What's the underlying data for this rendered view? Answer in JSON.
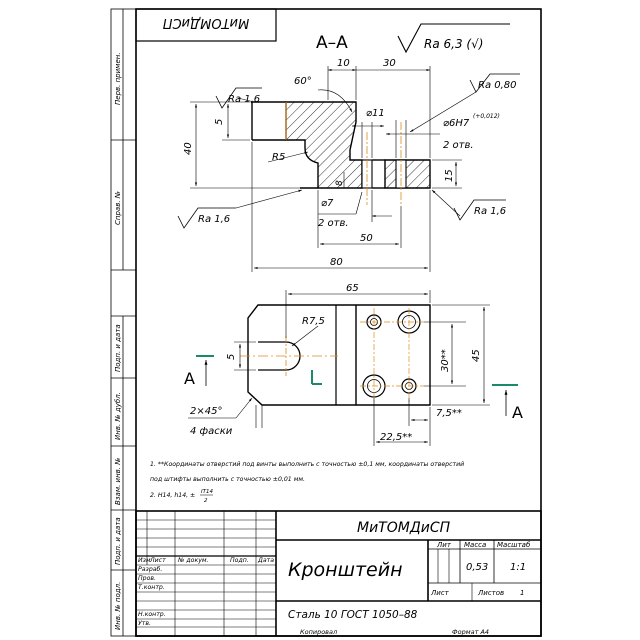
{
  "sheet": {
    "top_stamp": "МиТОМДиСП",
    "section_label": "А–А",
    "roughness_general": "Ra 6,3 (√)",
    "side_labels": [
      "Перв. примен.",
      "Справ. №",
      "Подп. и дата",
      "Инв. № дубл.",
      "Взам. инв. №",
      "Подп. и дата",
      "Инв. № подл."
    ]
  },
  "dims": {
    "d10": "10",
    "d30": "30",
    "ra080": "Ra 0,80",
    "angle60": "60°",
    "ra16_top": "Ra 1,6",
    "d5_top": "5",
    "d40": "40",
    "r5": "R5",
    "d11": "⌀11",
    "d6h7": "⌀6H7",
    "tol": "(+0,012)",
    "holes2_a": "2 отв.",
    "d8": "8",
    "d15": "15",
    "ra16_right": "Ra 1,6",
    "ra16_left": "Ra 1,6",
    "d7": "⌀7",
    "holes2_b": "2 отв.",
    "d50": "50",
    "d80": "80",
    "d65": "65",
    "r75": "R7,5",
    "d5_mid": "5",
    "d30tol": "30**",
    "d45": "45",
    "arrowA_left": "А",
    "arrowA_right": "А",
    "chamfer": "2×45°",
    "chamfers4": "4 фаски",
    "d75tol": "7,5**",
    "d225tol": "22,5**"
  },
  "notes": [
    "1. **Координаты отверстий под винты выполнить с точностью ±0,1 мм, координаты отверстий",
    "под штифты выполнить с точностью ±0,01 мм.",
    "2. Н14, h14, ±",
    "IT14",
    "2"
  ],
  "title_block": {
    "org_code": "МиТОМДиСП",
    "part_name": "Кронштейн",
    "material": "Сталь 10  ГОСТ 1050–88",
    "col_lit": "Лит",
    "col_mass": "Масса",
    "col_scale": "Масштаб",
    "mass": "0,53",
    "scale": "1:1",
    "sheet_label": "Лист",
    "sheets_label": "Листов",
    "sheets_count": "1",
    "row_labels": [
      "Изм",
      "Лист",
      "№ докум.",
      "Подп.",
      "Дата"
    ],
    "roles": [
      "Разраб.",
      "Пров.",
      "Т.контр.",
      "",
      "Н.контр.",
      "Утв."
    ],
    "copied": "Копировал",
    "format": "Формат  А4"
  }
}
